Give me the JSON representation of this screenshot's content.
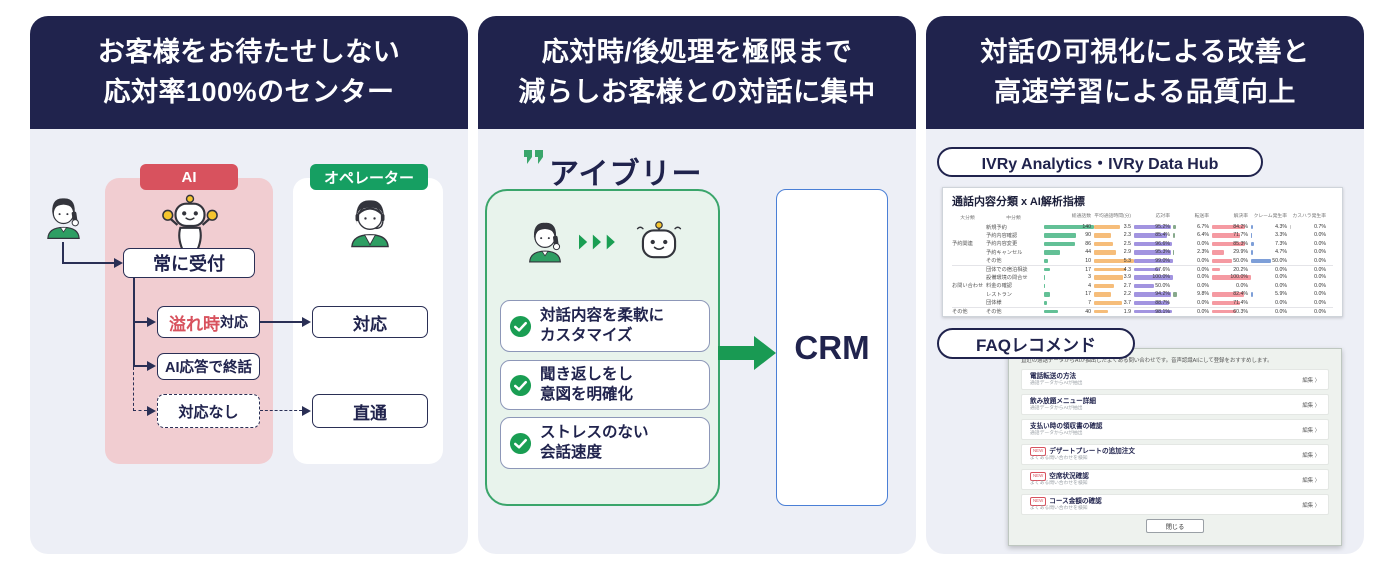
{
  "colors": {
    "header_navy": "#20234d",
    "panel_bg": "#edeff6",
    "accent_red": "#d8525e",
    "pink_panel": "#f1cdd1",
    "green_badge": "#169f62",
    "green_border": "#3aa56b",
    "green_bg": "#e8f3ec",
    "arrow_green": "#199a53",
    "crm_blue": "#4a7fd6",
    "bar_count": "#63c096",
    "bar_time": "#f6bd7a",
    "bar_p1": "#a294e0",
    "bar_p2": "#87a98c",
    "bar_p3": "#f59aa2",
    "bar_p4": "#7e9fd8",
    "bar_p5": "#c9c9c9"
  },
  "panels": {
    "left": {
      "title_line1": "お客様をお待たせしない",
      "title_line2": "応対率100%のセンター",
      "ai_badge": "AI",
      "operator_badge": "オペレーター",
      "node_always": "常に受付",
      "node_overflow_red": "溢れ時",
      "node_overflow_rest": "対応",
      "node_ai_end": "AI応答で終話",
      "node_no_response": "対応なし",
      "node_handle": "対応",
      "node_direct": "直通"
    },
    "middle": {
      "title_line1": "応対時/後処理を極限まで",
      "title_line2": "減らしお客様との対話に集中",
      "logo_text": "アイブリー",
      "features": [
        {
          "line1": "対話内容を柔軟に",
          "line2": "カスタマイズ"
        },
        {
          "line1": "聞き返しをし",
          "line2": "意図を明確化"
        },
        {
          "line1": "ストレスのない",
          "line2": "会話速度"
        }
      ],
      "crm_label": "CRM"
    },
    "right": {
      "title_line1": "対話の可視化による改善と",
      "title_line2": "高速学習による品質向上",
      "pill_analytics": "IVRy Analytics・IVRy Data Hub",
      "pill_faq": "FAQレコメンド",
      "analytics": {
        "title": "通話内容分類 x AI解析指標",
        "columns": [
          "大分類",
          "中分類",
          "総通話数",
          "平均通話時間(分)",
          "応対率",
          "転送率",
          "解決率",
          "クレーム発生率",
          "カスハラ発生率"
        ],
        "rows": [
          {
            "maj": "",
            "mid": "新規予約",
            "cnt": 140,
            "time": 3.5,
            "p1": 95.2,
            "p2": 6.7,
            "p3": 84.2,
            "p4": 4.3,
            "p5": 0.7
          },
          {
            "maj": "",
            "mid": "予約内容確認",
            "cnt": 90,
            "time": 2.3,
            "p1": 85.4,
            "p2": 6.4,
            "p3": 71.7,
            "p4": 3.3,
            "p5": 0.0
          },
          {
            "maj": "予約関連",
            "mid": "予約内容変更",
            "cnt": 86,
            "time": 2.5,
            "p1": 96.6,
            "p2": 0.0,
            "p3": 85.3,
            "p4": 7.3,
            "p5": 0.0
          },
          {
            "maj": "",
            "mid": "予約キャンセル",
            "cnt": 44,
            "time": 2.9,
            "p1": 95.3,
            "p2": 2.3,
            "p3": 29.9,
            "p4": 4.7,
            "p5": 0.0
          },
          {
            "maj": "",
            "mid": "その他",
            "cnt": 10,
            "time": 5.3,
            "p1": 99.0,
            "p2": 0.0,
            "p3": 50.0,
            "p4": 50.0,
            "p5": 0.0
          },
          {
            "maj": "",
            "mid": "団体での宿泊相談",
            "cnt": 17,
            "time": 4.3,
            "p1": 67.6,
            "p2": 0.0,
            "p3": 20.2,
            "p4": 0.0,
            "p5": 0.0
          },
          {
            "maj": "",
            "mid": "設備環境の問合せ",
            "cnt": 3,
            "time": 3.9,
            "p1": 100.0,
            "p2": 0.0,
            "p3": 100.0,
            "p4": 0.0,
            "p5": 0.0
          },
          {
            "maj": "お問い合わせ",
            "mid": "料金の確認",
            "cnt": 4,
            "time": 2.7,
            "p1": 50.0,
            "p2": 0.0,
            "p3": 0.0,
            "p4": 0.0,
            "p5": 0.0
          },
          {
            "maj": "",
            "mid": "レストラン",
            "cnt": 17,
            "time": 2.2,
            "p1": 94.2,
            "p2": 9.8,
            "p3": 82.4,
            "p4": 5.9,
            "p5": 0.0
          },
          {
            "maj": "",
            "mid": "団体様",
            "cnt": 7,
            "time": 3.7,
            "p1": 88.7,
            "p2": 0.0,
            "p3": 71.4,
            "p4": 0.0,
            "p5": 0.0
          },
          {
            "maj": "その他",
            "mid": "その他",
            "cnt": 40,
            "time": 1.9,
            "p1": 98.1,
            "p2": 0.0,
            "p3": 60.3,
            "p4": 0.0,
            "p5": 0.0
          }
        ],
        "count_max": 140,
        "time_max": 5.3
      },
      "faq": {
        "intro": "直近の通話データからAIが抽出したよくある問い合わせです。音声認識AIにして登録をおすすめします。",
        "items": [
          {
            "badge": "",
            "title": "電話転送の方法",
            "sub": "通話データからAIが抽出"
          },
          {
            "badge": "",
            "title": "飲み放題メニュー詳細",
            "sub": "通話データからAIが抽出"
          },
          {
            "badge": "",
            "title": "支払い時の領収書の確認",
            "sub": "通話データからAIが抽出"
          },
          {
            "badge": "NEW",
            "title": "デザートプレートの追加注文",
            "sub": "よくある問い合わせを検知"
          },
          {
            "badge": "NEW",
            "title": "空席状況確認",
            "sub": "よくある問い合わせを検知"
          },
          {
            "badge": "NEW",
            "title": "コース金額の確認",
            "sub": "よくある問い合わせを検知"
          }
        ],
        "action_label": "編集",
        "action_chevron": "〉",
        "close_label": "閉じる"
      }
    }
  }
}
